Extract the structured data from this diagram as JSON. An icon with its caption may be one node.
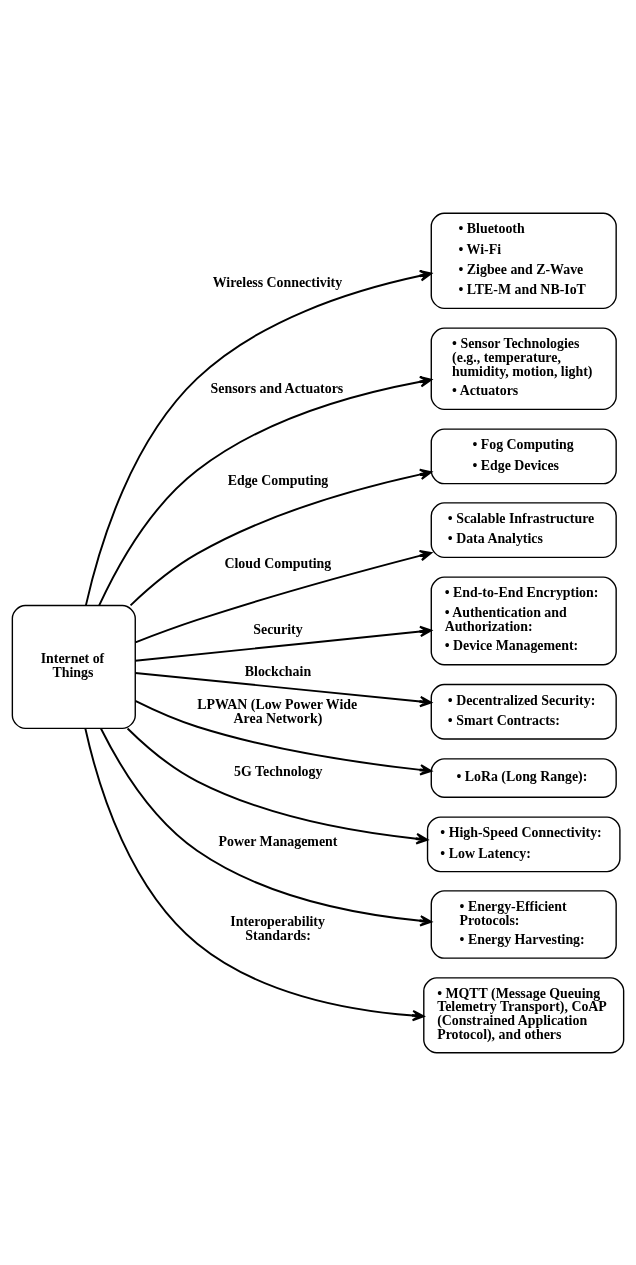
{
  "diagram": {
    "nodes": [
      {
        "text": [
          "Internet of Things"
        ]
      },
      {
        "text": [
          "• Bluetooth",
          "• Wi-Fi",
          "• Zigbee and Z-Wave",
          "• LTE-M and NB-IoT"
        ]
      },
      {
        "text": [
          "• Sensor Technologies (e.g., temperature, humidity, motion, light)",
          "• Actuators"
        ]
      },
      {
        "text": [
          "• Fog Computing",
          "• Edge Devices"
        ]
      },
      {
        "text": [
          "• Scalable Infrastructure",
          "• Data Analytics"
        ]
      },
      {
        "text": [
          "• End-to-End Encryption:",
          "• Authentication and Authorization:",
          "• Device Management:"
        ]
      },
      {
        "text": [
          "• Decentralized Security:",
          "• Smart Contracts:"
        ]
      },
      {
        "text": [
          "• LoRa (Long Range):"
        ]
      },
      {
        "text": [
          "• High-Speed Connectivity:",
          "• Low Latency:"
        ]
      },
      {
        "text": [
          "• Energy-Efficient Protocols:",
          "• Energy Harvesting:"
        ]
      },
      {
        "text": [
          "• MQTT (Message Queuing Telemetry Transport), CoAP (Constrained Application Protocol), and others"
        ]
      }
    ],
    "edges": [
      {
        "from": 0,
        "to": 1,
        "arrow": "to",
        "label": "Wireless Connectivity"
      },
      {
        "from": 0,
        "to": 2,
        "arrow": "to",
        "label": "Sensors and Actuators"
      },
      {
        "from": 0,
        "to": 3,
        "arrow": "to",
        "label": "Edge Computing"
      },
      {
        "from": 0,
        "to": 4,
        "arrow": "to",
        "label": "Cloud Computing"
      },
      {
        "from": 0,
        "to": 5,
        "arrow": "to",
        "label": "Security"
      },
      {
        "from": 0,
        "to": 6,
        "arrow": "to",
        "label": "Blockchain"
      },
      {
        "from": 0,
        "to": 7,
        "arrow": "to",
        "label": "LPWAN (Low Power Wide Area Network)"
      },
      {
        "from": 0,
        "to": 8,
        "arrow": "to",
        "label": "5G Technology"
      },
      {
        "from": 0,
        "to": 9,
        "arrow": "to",
        "label": "Power Management"
      },
      {
        "from": 0,
        "to": 10,
        "arrow": "to",
        "label": "Interoperability Standards:"
      }
    ]
  }
}
